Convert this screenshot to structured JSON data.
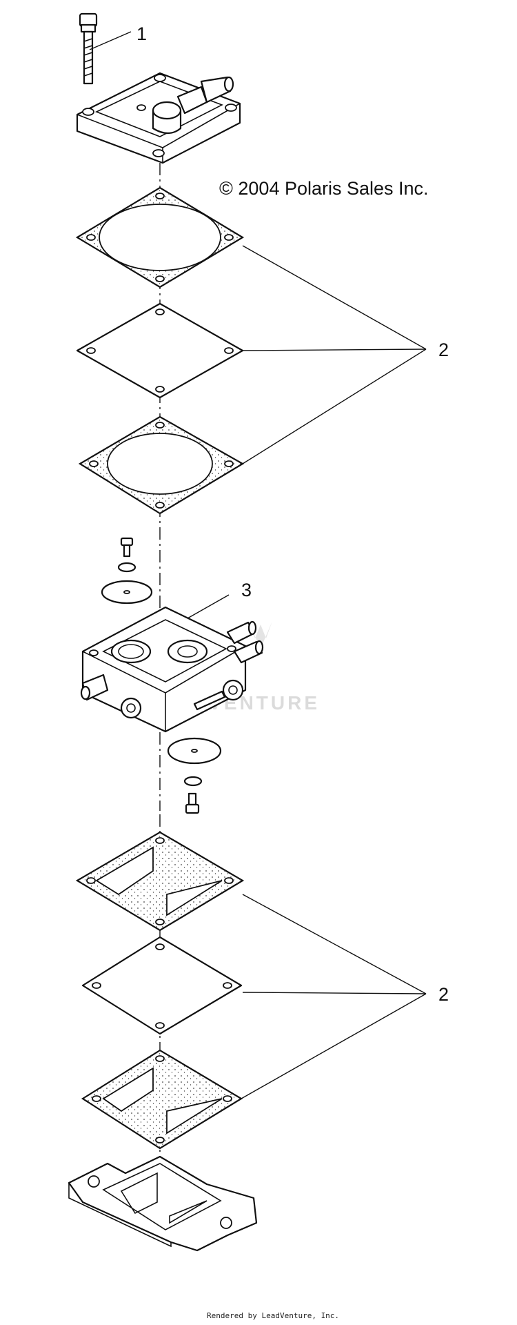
{
  "copyright": "© 2004 Polaris Sales Inc.",
  "callouts": [
    "1",
    "2",
    "3",
    "2"
  ],
  "watermark": "LEADVENTURE",
  "footer": "Rendered by LeadVenture, Inc."
}
